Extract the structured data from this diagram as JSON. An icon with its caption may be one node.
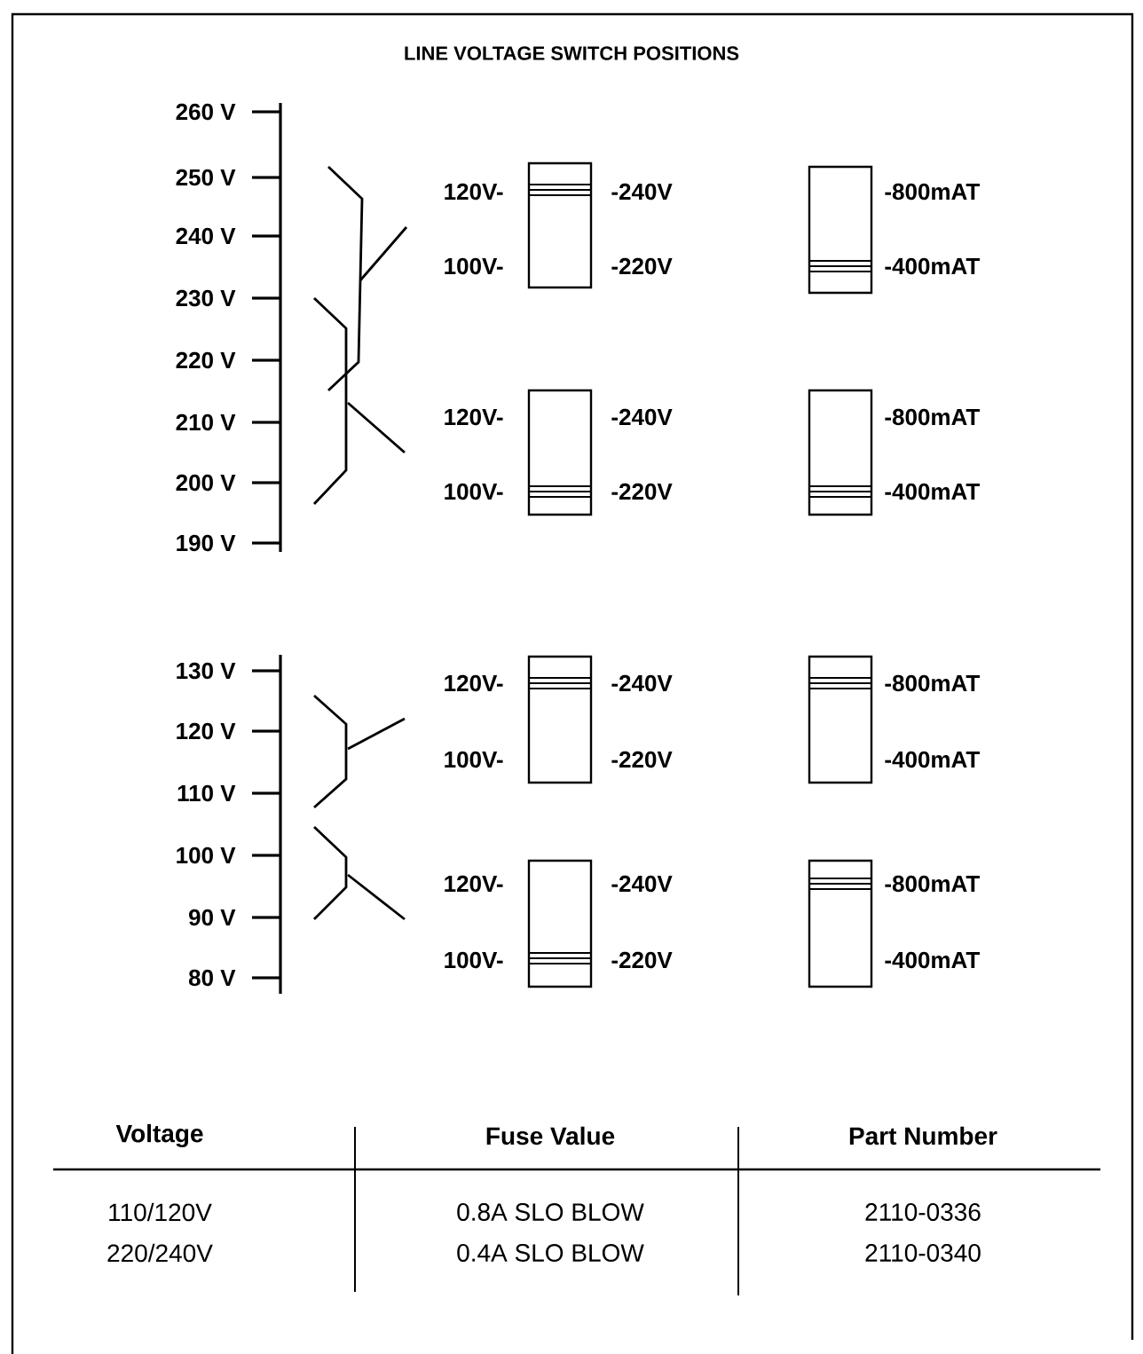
{
  "diagram": {
    "labels": [
      "LINE VOLTAGE SWITCH POSITIONS",
      "260 V",
      "250 V",
      "240 V",
      "230 V",
      "220 V",
      "210 V",
      "200 V",
      "190 V",
      "120V-",
      "-240V",
      "100V-",
      "-220V",
      "-800mAT",
      "-400mAT",
      "120V-",
      "-240V",
      "100V-",
      "-220V",
      "-800mAT",
      "-400mAT",
      "130 V",
      "120 V",
      "110 V",
      "100 V",
      "90 V",
      "80 V",
      "120V-",
      "-240V",
      "100V-",
      "-220V",
      "-800mAT",
      "-400mAT",
      "120V-",
      "-240V",
      "100V-",
      "-220V",
      "-800mAT",
      "-400mAT",
      "Voltage",
      "Fuse Value",
      "Part Number",
      "110/120V",
      "0.8A SLO BLOW",
      "2110-0336",
      "220/240V",
      "0.4A SLO BLOW",
      "2110-0340"
    ]
  }
}
